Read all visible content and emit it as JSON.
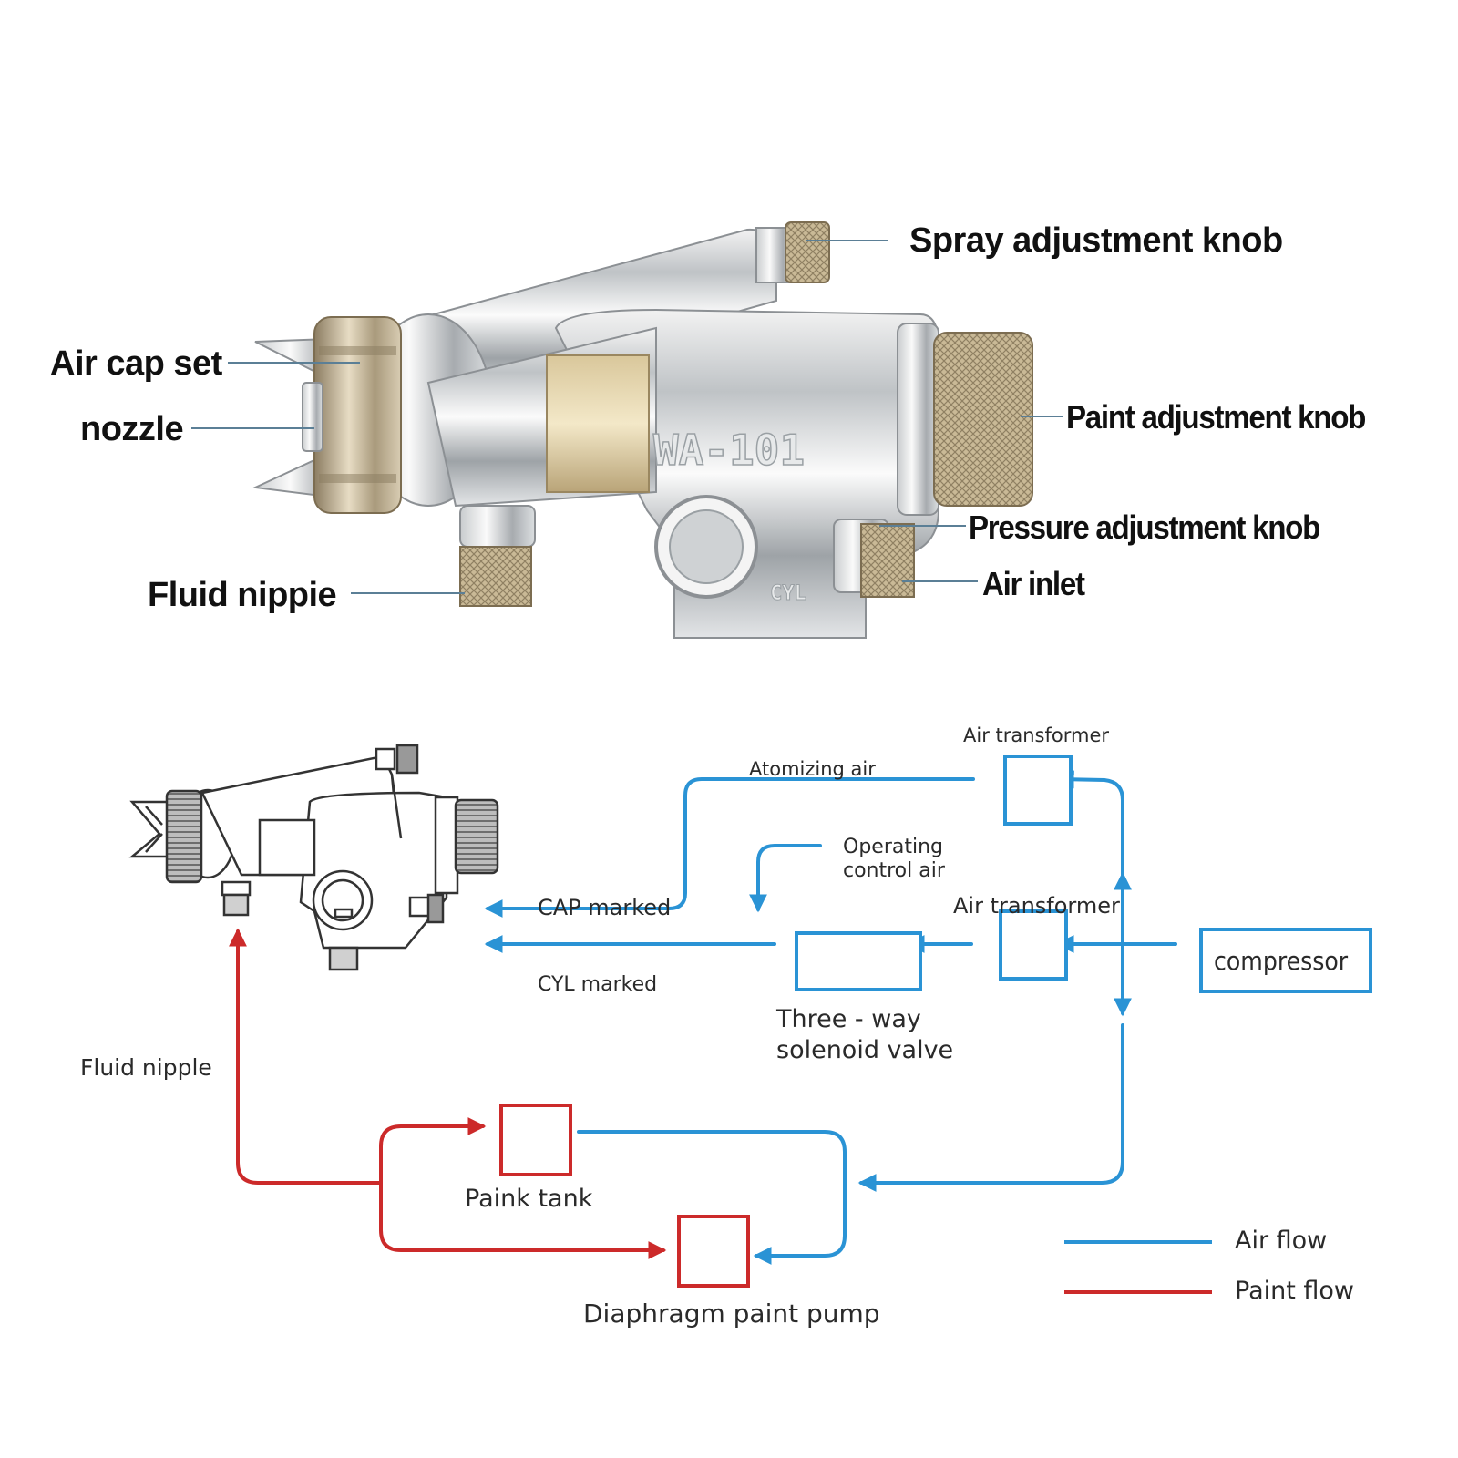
{
  "callouts": {
    "spray_adjustment_knob": "Spray adjustment knob",
    "air_cap_set": "Air cap set",
    "nozzle": "nozzle",
    "paint_adjustment_knob": "Paint adjustment knob",
    "pressure_adjustment_knob": "Pressure adjustment knob",
    "air_inlet": "Air inlet",
    "fluid_nippie": "Fluid nippie"
  },
  "gun_markings": {
    "model": "WA-101",
    "port": "CYL"
  },
  "flow": {
    "air_transformer_top": "Air transformer",
    "atomizing_air": "Atomizing air",
    "operating_control_air_line1": "Operating",
    "operating_control_air_line2": "control air",
    "air_transformer_mid": "Air transformer",
    "cap_marked": "CAP marked",
    "cyl_marked": "CYL marked",
    "compressor": "compressor",
    "three_way_line1": "Three - way",
    "three_way_line2": "solenoid valve",
    "fluid_nipple": "Fluid nipple",
    "paint_tank": "Paink tank",
    "diaphragm_pump": "Diaphragm paint pump"
  },
  "legend": {
    "air_flow": "Air flow",
    "paint_flow": "Paint flow"
  },
  "colors": {
    "air_flow": "#2a93d5",
    "paint_flow": "#cc2a2a",
    "callout_line": "#5b7f96",
    "outline": "#333333"
  }
}
